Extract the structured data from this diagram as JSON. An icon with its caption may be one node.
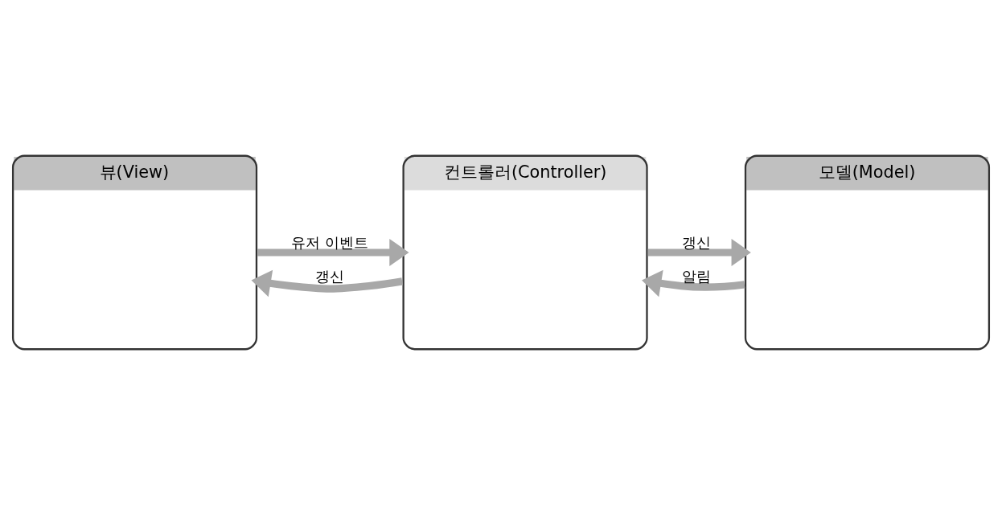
{
  "diagram": {
    "nodes": [
      {
        "text": [
          "컨트롤러(Controller)"
        ]
      },
      {
        "text": [
          "뷰(View)"
        ]
      },
      {
        "text": [
          "모델(Model)"
        ]
      }
    ],
    "edges": [
      {
        "from": 1,
        "to": 0,
        "arrow": "to",
        "label": "유저 이벤트"
      },
      {
        "from": 0,
        "to": 2,
        "arrow": "to",
        "label": "갱신"
      },
      {
        "from": 0,
        "to": 1,
        "arrow": "to",
        "label": "갱신"
      },
      {
        "from": 2,
        "to": 0,
        "arrow": "to",
        "label": "알림"
      }
    ]
  }
}
